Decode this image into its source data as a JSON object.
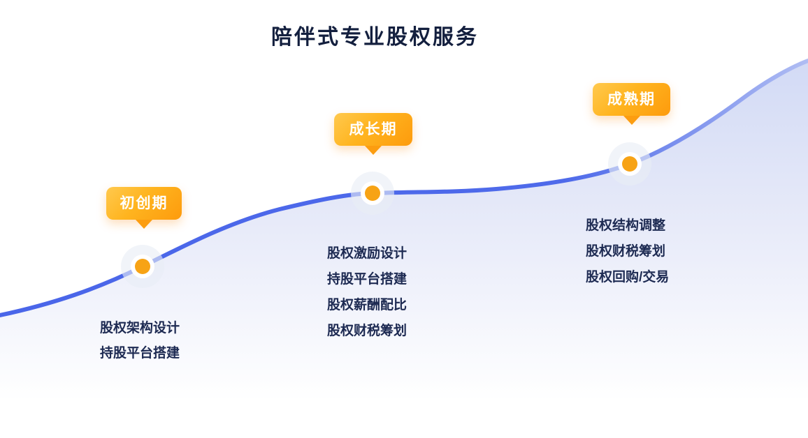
{
  "title": "陪伴式专业股权服务",
  "colors": {
    "title_text": "#131f3e",
    "list_text": "#1d2a52",
    "curve_blue": "#4a66e9",
    "curve_blue_faded": "#b0bdf3",
    "curve_fill_top": "#d2daf5",
    "badge_gradient_start": "#ffc94e",
    "badge_gradient_end": "#fd9b0d",
    "marker_orange": "#f7a315",
    "marker_ring": "#ffffff",
    "marker_halo": "#e9edf6"
  },
  "stages": [
    {
      "label": "初创期",
      "services": [
        "股权架构设计",
        "持股平台搭建"
      ]
    },
    {
      "label": "成长期",
      "services": [
        "股权激励设计",
        "持股平台搭建",
        "股权薪酬配比",
        "股权财税筹划"
      ]
    },
    {
      "label": "成熟期",
      "services": [
        "股权结构调整",
        "股权财税筹划",
        "股权回购/交易"
      ]
    }
  ]
}
